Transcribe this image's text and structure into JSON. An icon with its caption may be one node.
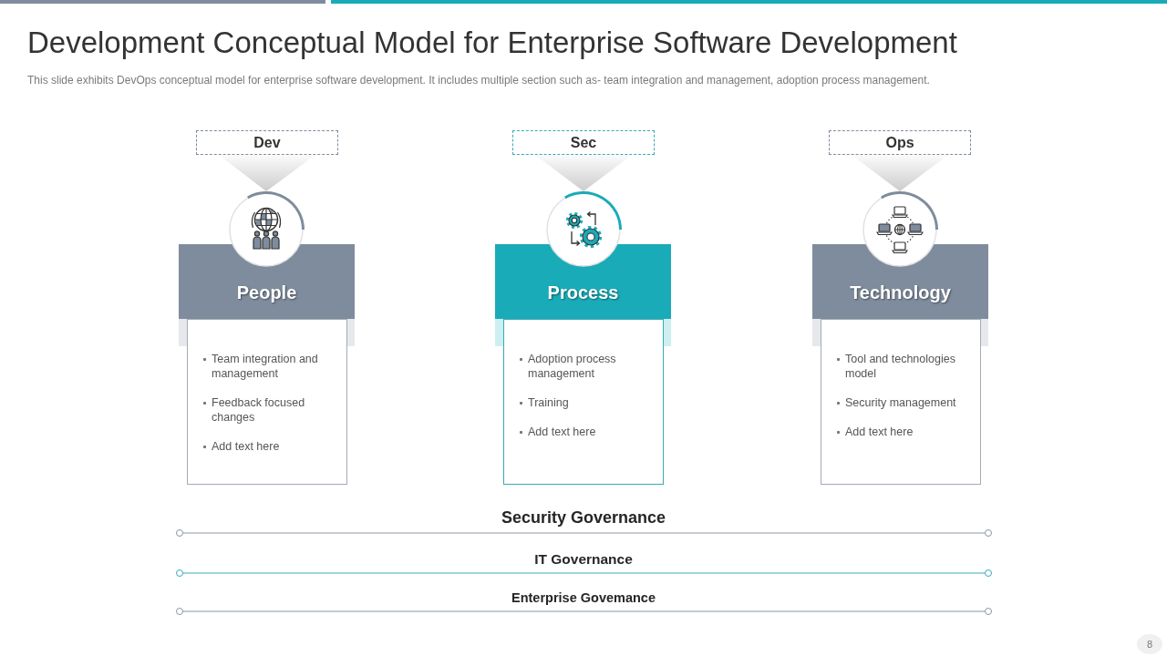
{
  "diagram": {
    "title": "Development Conceptual Model for Enterprise Software Development",
    "nodes": [
      {
        "text": [
          "Dev"
        ]
      },
      {
        "text": [
          "Sec"
        ]
      },
      {
        "text": [
          "Ops"
        ]
      },
      {
        "text": [],
        "shape": "circle"
      },
      {
        "text": [],
        "shape": "circle"
      },
      {
        "text": [],
        "shape": "circle"
      },
      {
        "text": [
          "People",
          "Team integration and management",
          "Feedback focused changes",
          "Add text here"
        ]
      },
      {
        "text": [
          "Process",
          "Adoption process management",
          "Training",
          "Add text here"
        ]
      },
      {
        "text": [
          "Technology",
          "Tool and technologies model",
          "Security management",
          "Add text here"
        ]
      }
    ],
    "edges": [
      {
        "from": 0,
        "to": 3,
        "arrow": "to"
      },
      {
        "from": 1,
        "to": 4,
        "arrow": "to"
      },
      {
        "from": 2,
        "to": 5,
        "arrow": "to"
      }
    ],
    "labels": [
      "This slide exhibits DevOps conceptual model for enterprise software development. It includes multiple section such as- team integration and management, adoption process management.",
      "Security Governance",
      "IT Governance",
      "Enterprise Govemance",
      "8"
    ]
  }
}
